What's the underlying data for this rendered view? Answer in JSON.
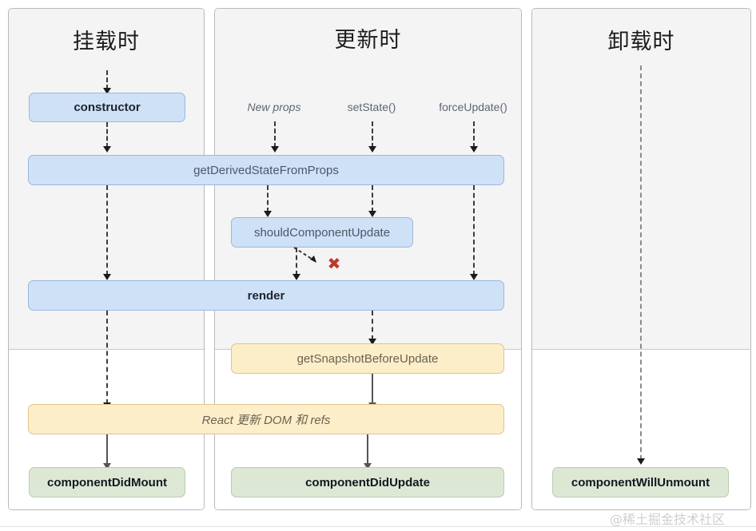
{
  "diagram": {
    "title_mount": "挂载时",
    "title_update": "更新时",
    "title_unmount": "卸载时",
    "watermark": "@稀土掘金技术社区",
    "colors": {
      "blue_fill": "#cfe1f7",
      "blue_border": "#9cb6dd",
      "yellow_fill": "#fceec9",
      "yellow_border": "#e0c487",
      "green_fill": "#dce8d4",
      "green_border": "#b9ccae",
      "render_phase_bg": "#f4f4f4",
      "commit_phase_bg": "#ffffff",
      "x_mark": "#c0392b"
    }
  },
  "triggers": {
    "new_props": "New props",
    "set_state": "setState()",
    "force_update": "forceUpdate()"
  },
  "nodes": {
    "constructor": "constructor",
    "get_derived_state_from_props": "getDerivedStateFromProps",
    "should_component_update": "shouldComponentUpdate",
    "render": "render",
    "get_snapshot_before_update": "getSnapshotBeforeUpdate",
    "react_updates_dom": "React 更新 DOM 和 refs",
    "component_did_mount": "componentDidMount",
    "component_did_update": "componentDidUpdate",
    "component_will_unmount": "componentWillUnmount",
    "x_mark": "✖"
  }
}
